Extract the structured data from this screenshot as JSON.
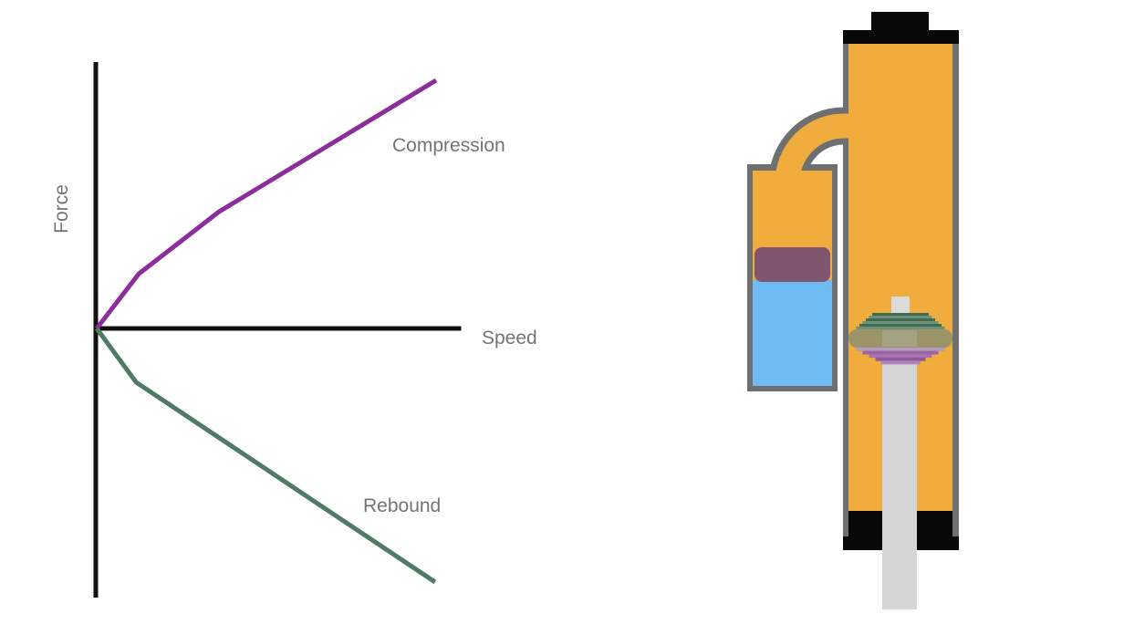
{
  "colors": {
    "axis-black": "#111111",
    "label-gray": "#737478",
    "body-orange": "#F0AC3C",
    "casing-gray": "#6E6F71",
    "cap-black": "#080808",
    "reservoir-blue": "#6FBBF3",
    "floating-piston-mauve": "#7F5570",
    "piston-olive": "#9A9468",
    "rod-passage-olive": "#A5A183",
    "shaft-gray": "#D5D5D5",
    "rod-stub-gray": "#DBDBDB",
    "compression-purple": "#8B2E9B",
    "rebound-green": "#4F7A64"
  },
  "chart_data": {
    "type": "line",
    "title": "",
    "xlabel": "Speed",
    "ylabel": "Force",
    "x_axis": {
      "range_normalized": [
        0,
        1
      ],
      "ticks": "none"
    },
    "y_axis": {
      "range_normalized": [
        -1,
        1
      ],
      "ticks": "none"
    },
    "grid": false,
    "legend_position": "inline-labels",
    "series": [
      {
        "name": "Compression",
        "color": "#8B2E9B",
        "points": [
          [
            0,
            0
          ],
          [
            0.124,
            0.22
          ],
          [
            0.36,
            0.47
          ],
          [
            1.0,
            1.0
          ]
        ]
      },
      {
        "name": "Rebound",
        "color": "#4F7A64",
        "points": [
          [
            0,
            0
          ],
          [
            0.116,
            -0.212
          ],
          [
            0.997,
            -1.0
          ]
        ]
      }
    ]
  },
  "damper": {
    "compression_shims": {
      "widths": [
        62,
        69,
        76,
        83,
        90,
        97
      ],
      "colors": [
        "#3F6B53",
        "#6F9079",
        "#3F6B53",
        "#6F9079",
        "#3F6B53",
        "#6F9079"
      ]
    },
    "rebound_shims": {
      "widths": [
        97,
        83,
        69,
        55,
        43
      ],
      "colors": [
        "#B29CC0",
        "#9A64A4",
        "#A973B3",
        "#8F5A99",
        "#B07FC0"
      ]
    }
  }
}
